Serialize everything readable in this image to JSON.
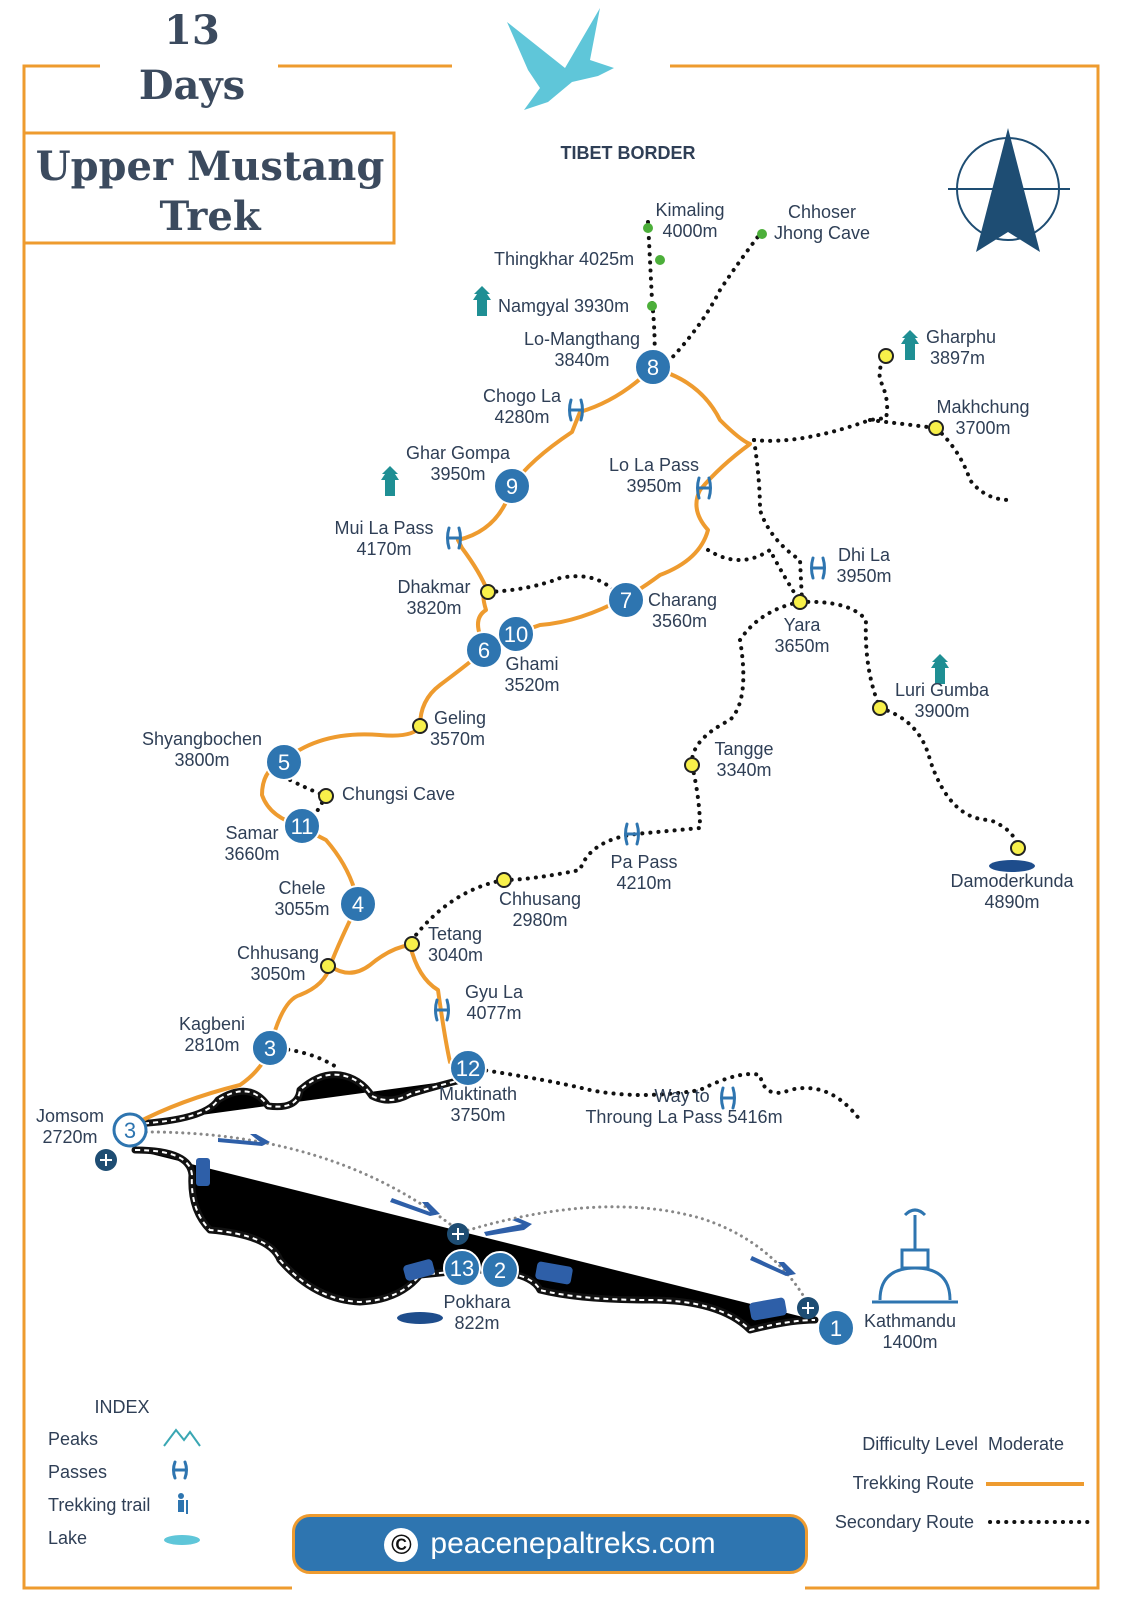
{
  "header": {
    "days_number": "13",
    "days_word": "Days",
    "title_line1": "Upper Mustang",
    "title_line2": "Trek",
    "tibet_border": "TIBET BORDER"
  },
  "places": {
    "kimaling": [
      "Kimaling",
      "4000m"
    ],
    "chhoser": [
      "Chhoser",
      "Jhong Cave"
    ],
    "thingkhar": "Thingkhar 4025m",
    "namgyal": "Namgyal 3930m",
    "lo_mangthang": [
      "Lo-Mangthang",
      "3840m"
    ],
    "gharphu": [
      "Gharphu",
      "3897m"
    ],
    "chogo_la": [
      "Chogo La",
      "4280m"
    ],
    "makhchung": [
      "Makhchung",
      "3700m"
    ],
    "ghar_gompa": [
      "Ghar Gompa",
      "3950m"
    ],
    "lo_la": [
      "Lo La Pass",
      "3950m"
    ],
    "mui_la": [
      "Mui La Pass",
      "4170m"
    ],
    "dhi_la": [
      "Dhi La",
      "3950m"
    ],
    "dhakmar": [
      "Dhakmar",
      "3820m"
    ],
    "charang": [
      "Charang",
      "3560m"
    ],
    "yara": [
      "Yara",
      "3650m"
    ],
    "ghami": [
      "Ghami",
      "3520m"
    ],
    "luri_gumba": [
      "Luri Gumba",
      "3900m"
    ],
    "geling": [
      "Geling",
      "3570m"
    ],
    "shyangbochen": [
      "Shyangbochen",
      "3800m"
    ],
    "tangge": [
      "Tangge",
      "3340m"
    ],
    "chungsi": "Chungsi Cave",
    "samar": [
      "Samar",
      "3660m"
    ],
    "pa_pass": [
      "Pa Pass",
      "4210m"
    ],
    "damoderkunda": [
      "Damoderkunda",
      "4890m"
    ],
    "chhusang_top": [
      "Chhusang",
      "2980m"
    ],
    "chele": [
      "Chele",
      "3055m"
    ],
    "tetang": [
      "Tetang",
      "3040m"
    ],
    "chhusang": [
      "Chhusang",
      "3050m"
    ],
    "gyu_la": [
      "Gyu La",
      "4077m"
    ],
    "kagbeni": [
      "Kagbeni",
      "2810m"
    ],
    "muktinath": [
      "Muktinath",
      "3750m"
    ],
    "throung": [
      "Way to",
      "Throung La Pass 5416m"
    ],
    "jomsom": [
      "Jomsom",
      "2720m"
    ],
    "pokhara": [
      "Pokhara",
      "822m"
    ],
    "kathmandu": [
      "Kathmandu",
      "1400m"
    ]
  },
  "day_numbers": [
    "1",
    "2",
    "3",
    "4",
    "5",
    "6",
    "7",
    "8",
    "9",
    "10",
    "11",
    "12",
    "13"
  ],
  "index": {
    "title": "INDEX",
    "items": [
      "Peaks",
      "Passes",
      "Trekking trail",
      "Lake"
    ]
  },
  "legend": {
    "difficulty_label": "Difficulty Level",
    "difficulty_value": "Moderate",
    "trekking_route": "Trekking Route",
    "secondary_route": "Secondary Route"
  },
  "footer": {
    "copyright": "©",
    "site": "peacenepaltreks.com"
  },
  "colors": {
    "route": "#ee9b2f",
    "frame": "#ee9b2f",
    "day_circle": "#2e75b0",
    "stop_marker": "#f8f04a",
    "bird": "#5fc6d9",
    "compass": "#1e4d73"
  }
}
